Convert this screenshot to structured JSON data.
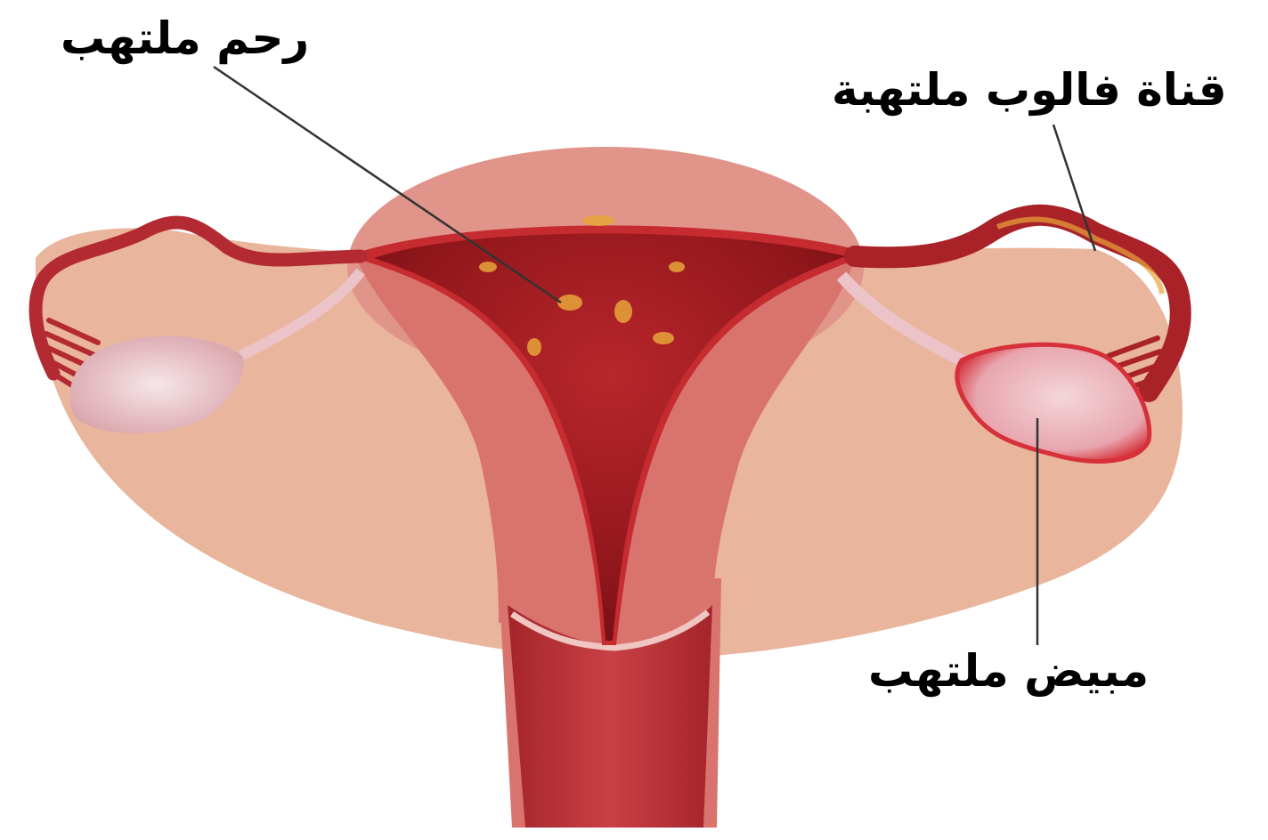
{
  "labels": {
    "uterus": "رحم ملتهب",
    "fallopian_tube": "قناة فالوب ملتهبة",
    "ovary": "مبيض ملتهب"
  },
  "colors": {
    "background": "#ffffff",
    "broad_ligament": "#e9b59c",
    "uterus_wall": "#d9736e",
    "uterus_outer": "#e0948a",
    "cavity": "#a41e22",
    "cavity_dark": "#7e1116",
    "inflammation": "#e8a43a",
    "tube": "#b32a33",
    "ovary": "#ecc3c8",
    "ovary_inflamed": "#e23a42",
    "leader_line": "#333333"
  }
}
